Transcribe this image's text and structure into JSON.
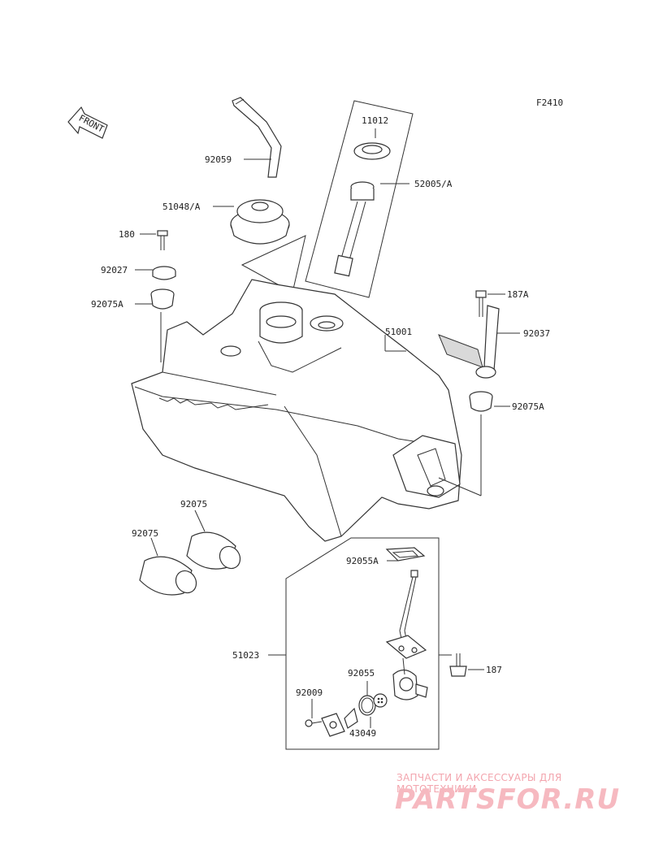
{
  "figure_code": "F2410",
  "front_arrow_text": "FRONT",
  "labels": {
    "p11012": "11012",
    "p92059": "92059",
    "p52005A": "52005/A",
    "p51048A": "51048/A",
    "p180": "180",
    "p92027": "92027",
    "p92075A_left": "92075A",
    "p187A": "187A",
    "p92037": "92037",
    "p51001": "51001",
    "p92075A_right": "92075A",
    "p92075_a": "92075",
    "p92075_b": "92075",
    "p92055A": "92055A",
    "p51023": "51023",
    "p187": "187",
    "p92055": "92055",
    "p92009": "92009",
    "p43049": "43049"
  },
  "watermark": {
    "tagline": "ЗАПЧАСТИ И АКСЕССУАРЫ ДЛЯ МОТОТЕХНИКИ",
    "logo": "PARTSFOR.RU"
  }
}
